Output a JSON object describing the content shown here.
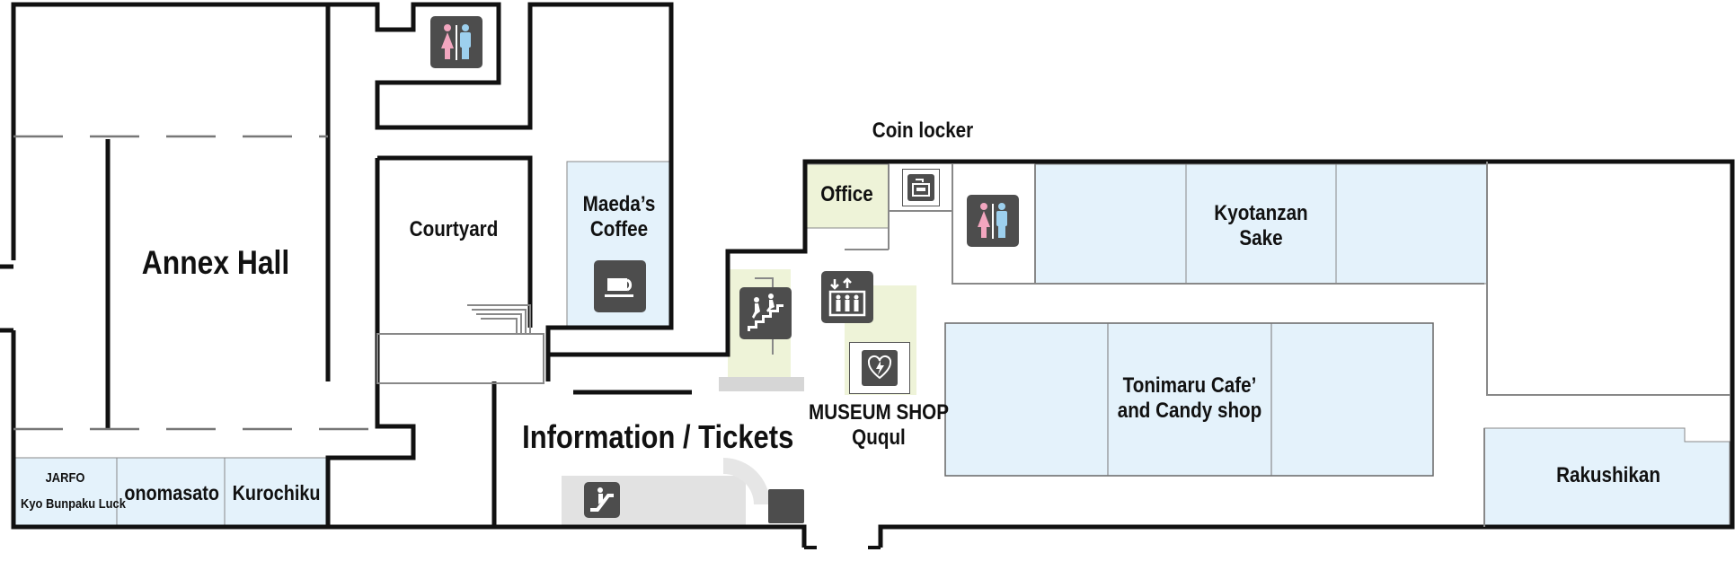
{
  "map": {
    "areas": {
      "annex_hall": "Annex Hall",
      "courtyard": "Courtyard",
      "maedas_coffee": "Maeda’s\nCoffee",
      "coin_locker": "Coin locker",
      "office": "Office",
      "kyotanzan_sake": "Kyotanzan\nSake",
      "tonimaru_cafe": "Tonimaru Cafe’\nand Candy shop",
      "museum_shop": "MUSEUM SHOP\nQuqul",
      "information_tickets": "Information / Tickets",
      "rakushikan": "Rakushikan",
      "jarfo": "JARFO",
      "kyo_bunpaku_luck": "Kyo Bunpaku Luck",
      "onomasato": "onomasato",
      "kurochiku": "Kurochiku"
    },
    "icons": {
      "restroom_top": "restroom-icon",
      "restroom_right": "restroom-icon",
      "coffee": "coffee-cup-icon",
      "stairs": "stairs-icon",
      "elevator": "elevator-icon",
      "escalator": "escalator-icon",
      "locker": "locker-icon",
      "aed": "aed-icon"
    },
    "colors": {
      "wall": "#111111",
      "shop_fill": "#e4f2fb",
      "office_fill": "#eef3d8",
      "icon_bg": "#4d4d4d",
      "female": "#f2a6bf",
      "male": "#9dd0ee"
    }
  }
}
